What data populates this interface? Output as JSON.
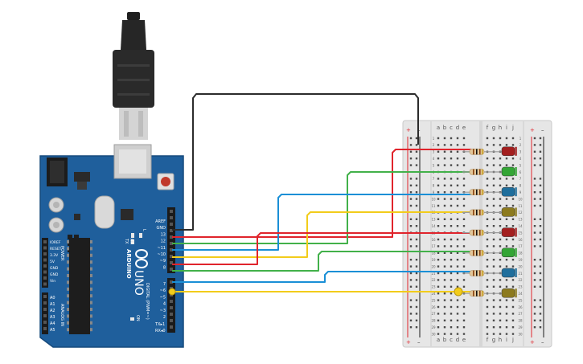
{
  "board": {
    "brand": "ARDUINO",
    "model": "UNO",
    "on_label": "ON",
    "tx_label": "TX",
    "rx_label": "RX",
    "l_label": "L",
    "txd_label": "TX▸1",
    "rxd_label": "RX◂0",
    "digital_label": "DIGITAL (PWM=~)",
    "power_label": "POWER",
    "analog_label": "ANALOG IN",
    "top_header_labels": [
      "AREF",
      "GND",
      "13",
      "12",
      "~11",
      "~10",
      "~9",
      "8"
    ],
    "bottom_header_labels": [
      "7",
      "~6",
      "~5",
      "4",
      "~3",
      "2"
    ],
    "power_pins": [
      "IOREF",
      "RESET",
      "3.3V",
      "5V",
      "GND",
      "GND",
      "Vin"
    ],
    "analog_pins": [
      "A0",
      "A1",
      "A2",
      "A3",
      "A4",
      "A5"
    ]
  },
  "breadboard": {
    "columns_left": [
      "a",
      "b",
      "c",
      "d",
      "e"
    ],
    "columns_right": [
      "f",
      "g",
      "h",
      "i",
      "j"
    ],
    "plus": "+",
    "minus": "–",
    "rows": [
      "1",
      "2",
      "3",
      "4",
      "5",
      "6",
      "7",
      "8",
      "9",
      "10",
      "11",
      "12",
      "13",
      "14",
      "15",
      "16",
      "17",
      "18",
      "19",
      "20",
      "21",
      "22",
      "23",
      "24",
      "25",
      "26",
      "27",
      "28",
      "29",
      "30"
    ]
  },
  "colors": {
    "board": "#1f5f9c",
    "board_dark": "#174a7c",
    "wire_black": "#2b2b2b",
    "wire_red": "#e0242c",
    "wire_green": "#42b14a",
    "wire_blue": "#1a8fd6",
    "wire_yellow": "#f2cc1b",
    "led_red": "#a31f1f",
    "led_green": "#33a535",
    "led_blue": "#1f6e9c",
    "led_yellow": "#8c7a1e"
  },
  "leds": [
    {
      "color": "red",
      "row": 3
    },
    {
      "color": "green",
      "row": 6
    },
    {
      "color": "blue",
      "row": 9
    },
    {
      "color": "yellow",
      "row": 12
    },
    {
      "color": "red",
      "row": 15
    },
    {
      "color": "green",
      "row": 18
    },
    {
      "color": "blue",
      "row": 21
    },
    {
      "color": "yellow",
      "row": 24
    }
  ]
}
